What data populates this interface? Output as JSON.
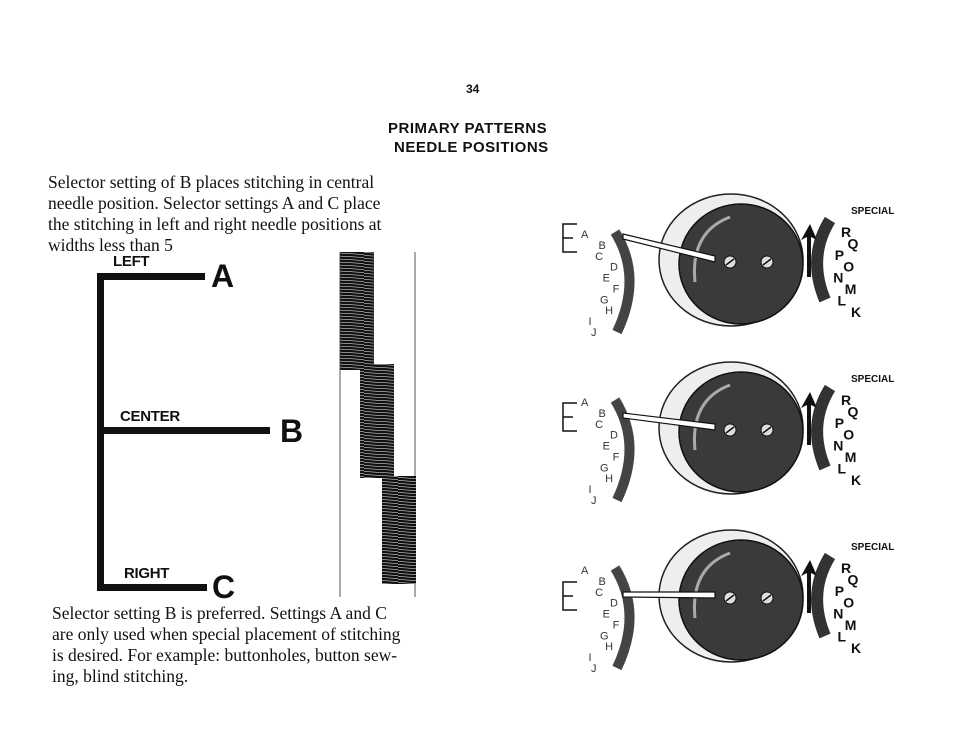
{
  "page": {
    "number": "34"
  },
  "heading": {
    "line1": "PRIMARY PATTERNS",
    "line2": "NEEDLE POSITIONS"
  },
  "intro": {
    "lines": [
      "Selector setting of B places stitching in central",
      "needle position. Selector settings A and C place",
      "the stitching in left and right needle positions at",
      "widths less than 5"
    ]
  },
  "diagram": {
    "labels": {
      "left": "LEFT",
      "center": "CENTER",
      "right": "RIGHT"
    },
    "letters": {
      "a": "A",
      "b": "B",
      "c": "C"
    }
  },
  "outro": {
    "lines": [
      "Selector setting B is preferred. Settings A and C",
      "are only used when special placement of stitching",
      "is desired. For example: buttonholes, button sew-",
      "ing, blind stitching."
    ]
  },
  "dials": {
    "left_scale": [
      "A",
      "B",
      "C",
      "D",
      "E",
      "F",
      "G",
      "H",
      "I",
      "J"
    ],
    "right_scale": [
      "R",
      "Q",
      "P",
      "O",
      "N",
      "M",
      "L",
      "K"
    ],
    "special_label": "SPECIAL"
  }
}
